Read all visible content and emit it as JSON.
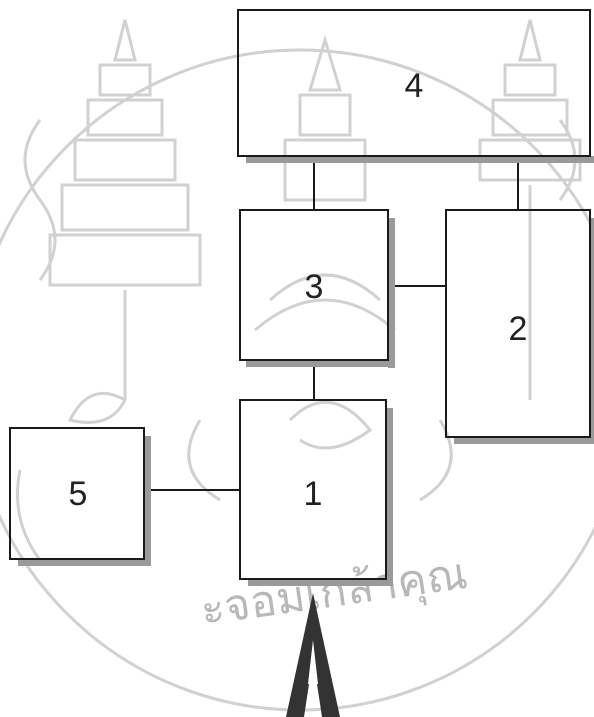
{
  "diagram": {
    "boxes": [
      {
        "id": "box-1",
        "label": "1"
      },
      {
        "id": "box-2",
        "label": "2"
      },
      {
        "id": "box-3",
        "label": "3"
      },
      {
        "id": "box-4",
        "label": "4"
      },
      {
        "id": "box-5",
        "label": "5"
      }
    ],
    "connections": [
      {
        "from": "4",
        "to": "3"
      },
      {
        "from": "4",
        "to": "2"
      },
      {
        "from": "3",
        "to": "2"
      },
      {
        "from": "3",
        "to": "1"
      },
      {
        "from": "5",
        "to": "1"
      }
    ],
    "entry_arrow": {
      "points_to": "1",
      "direction": "up"
    }
  },
  "watermark": {
    "text": "ะจอมเกล้าคุณ",
    "color": "#b8b8b8"
  },
  "colors": {
    "box_stroke": "#1a1a1a",
    "box_shadow": "#9a9a9a",
    "line": "#1a1a1a",
    "arrow": "#333333"
  }
}
